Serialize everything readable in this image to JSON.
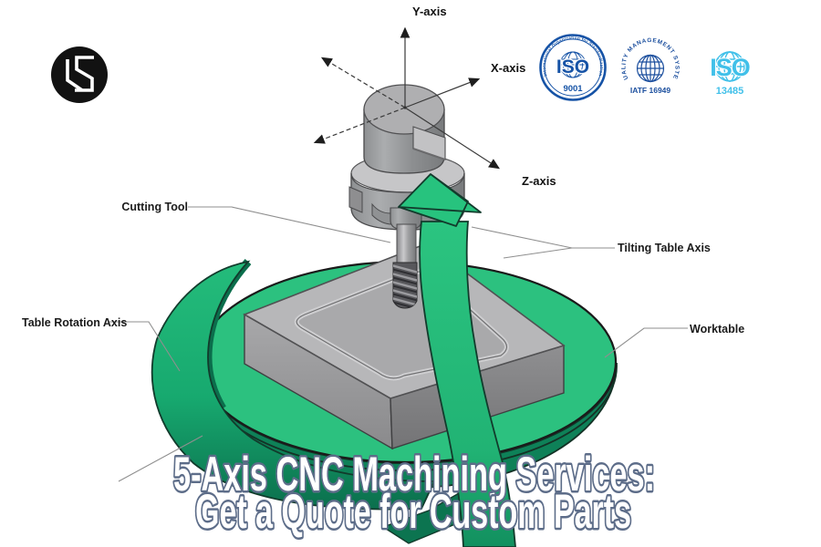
{
  "headline": {
    "line1": "5-Axis CNC Machining Services:",
    "line2": "Get a Quote for Custom Parts",
    "fill": "#ffffff",
    "outline": "#5d6d89"
  },
  "axes": {
    "y": "Y-axis",
    "x": "X-axis",
    "z": "Z-axis"
  },
  "labels": {
    "cutting_tool": "Cutting Tool",
    "tilting_table_axis": "Tilting Table Axis",
    "table_rotation_axis": "Table Rotation Axis",
    "worktable": "Worktable"
  },
  "badges": {
    "iso9001": {
      "ring_text": "International Organization for Standardization",
      "main": "ISO",
      "number": "9001",
      "color": "#1653a6"
    },
    "iatf16949": {
      "ring_text": "QUALITY MANAGEMENT SYSTEM",
      "number": "IATF 16949",
      "color": "#1c4f9e"
    },
    "iso13485": {
      "main": "ISO",
      "number": "13485",
      "color": "#41c0e9"
    }
  },
  "colors": {
    "green_bright": "#2bc27f",
    "green_mid": "#17a46e",
    "green_dark": "#0b6f4d",
    "steel_light": "#b5b5b7",
    "steel_mid": "#939395",
    "steel_dark": "#7e7e80",
    "label_ink": "#1b1b1b"
  }
}
